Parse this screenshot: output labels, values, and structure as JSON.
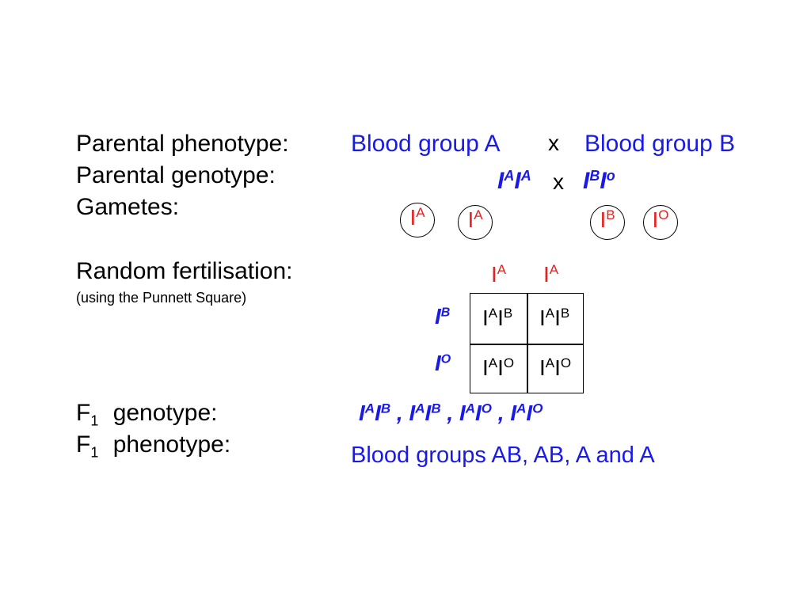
{
  "labels": {
    "parental_phenotype": "Parental phenotype:",
    "parental_genotype": "Parental genotype:",
    "gametes": "Gametes:",
    "random_fertilisation": "Random fertilisation:",
    "punnett_note": "(using the Punnett Square)",
    "f1_prefix": "F",
    "f1_subscript": "1",
    "f1_genotype_suffix": "genotype:",
    "f1_phenotype_suffix": "phenotype:"
  },
  "parents": {
    "phenotype_1": "Blood group A",
    "cross_symbol": "x",
    "phenotype_2": "Blood group B",
    "genotype_1": [
      {
        "base": "I",
        "sup": "A"
      },
      {
        "base": "I",
        "sup": "A"
      }
    ],
    "genotype_2": [
      {
        "base": "I",
        "sup": "B"
      },
      {
        "base": "I",
        "sup": "o"
      }
    ]
  },
  "gametes": [
    {
      "base": "I",
      "sup": "A"
    },
    {
      "base": "I",
      "sup": "A"
    },
    {
      "base": "I",
      "sup": "B"
    },
    {
      "base": "I",
      "sup": "O"
    }
  ],
  "punnett": {
    "column_headers": [
      {
        "base": "I",
        "sup": "A"
      },
      {
        "base": "I",
        "sup": "A"
      }
    ],
    "row_headers": [
      {
        "base": "I",
        "sup": "B"
      },
      {
        "base": "I",
        "sup": "O"
      }
    ],
    "cells": [
      [
        {
          "base1": "I",
          "sup1": "A",
          "base2": "I",
          "sup2": "B"
        },
        {
          "base1": "I",
          "sup1": "A",
          "base2": "I",
          "sup2": "B"
        }
      ],
      [
        {
          "base1": "I",
          "sup1": "A",
          "base2": "I",
          "sup2": "O"
        },
        {
          "base1": "I",
          "sup1": "A",
          "base2": "I",
          "sup2": "O"
        }
      ]
    ]
  },
  "f1": {
    "genotypes": [
      {
        "base1": "I",
        "sup1": "A",
        "base2": "I",
        "sup2": "B"
      },
      {
        "base1": "I",
        "sup1": "A",
        "base2": "I",
        "sup2": "B"
      },
      {
        "base1": "I",
        "sup1": "A",
        "base2": "I",
        "sup2": "O"
      },
      {
        "base1": "I",
        "sup1": "A",
        "base2": "I",
        "sup2": "O"
      }
    ],
    "separator": " , ",
    "phenotype": "Blood groups AB, AB, A and A"
  },
  "colors": {
    "blue_text": "#1a1ae6",
    "red_text": "#e62020",
    "black_text": "#000000"
  }
}
